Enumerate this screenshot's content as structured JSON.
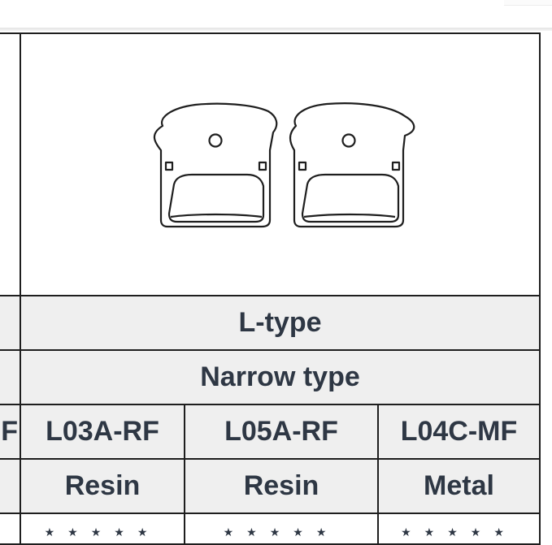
{
  "table": {
    "pad_image_icon": "brake-pad-pair-icon",
    "group_label": "L-type",
    "subgroup_label": "Narrow type",
    "left_edge_model_fragment": "F",
    "models": [
      {
        "code": "L03A-RF",
        "material": "Resin"
      },
      {
        "code": "L05A-RF",
        "material": "Resin"
      },
      {
        "code": "L04C-MF",
        "material": "Metal"
      }
    ],
    "rating_glyphs": "★★★★★"
  },
  "colors": {
    "header_row_bg": "#efefef",
    "border": "#1e1e1e",
    "text": "#2e3744"
  }
}
